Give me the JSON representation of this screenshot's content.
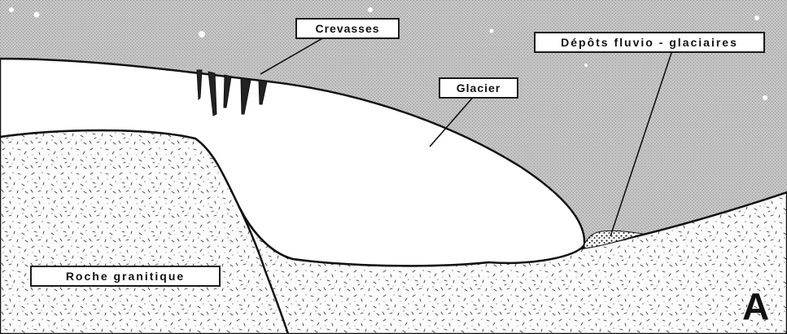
{
  "labels": {
    "crevasses": "Crevasses",
    "depots": "Dépôts fluvio - glaciaires",
    "glacier": "Glacier",
    "roche": "Roche granitique"
  },
  "panel_letter": "A",
  "colors": {
    "sky": "#bdbdbd",
    "rock_speckle": "#3a3a3a",
    "outline": "#111111",
    "glacier": "#ffffff"
  }
}
